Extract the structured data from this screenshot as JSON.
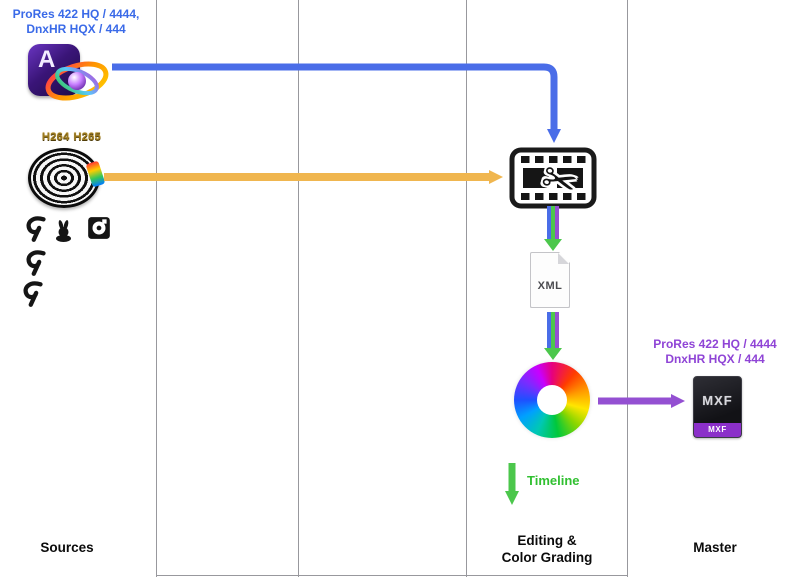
{
  "colors": {
    "blue": "#4a6de8",
    "orange": "#f0b64f",
    "purple": "#9450d2",
    "green": "#4cc74c",
    "blue_text": "#3a6ae8",
    "purple_text": "#8f44d6",
    "green_text": "#31c031",
    "gold": "#9c7a1e",
    "grid": "#98989d"
  },
  "sources": {
    "format_line1": "ProRes 422 HQ / 4444,",
    "format_line2": "DnxHR HQX / 444",
    "codecs": [
      "H264",
      "H265"
    ],
    "column_label": "Sources"
  },
  "editing": {
    "xml_label": "XML",
    "timeline_label": "Timeline",
    "column_line1": "Editing &",
    "column_line2": "Color Grading"
  },
  "master": {
    "format_line1": "ProRes 422 HQ / 4444",
    "format_line2": "DnxHR HQX / 444",
    "file_title": "MXF",
    "file_badge": "MXF",
    "column_label": "Master"
  },
  "icons": {
    "motion_letter": "A",
    "scissors": "✂"
  }
}
